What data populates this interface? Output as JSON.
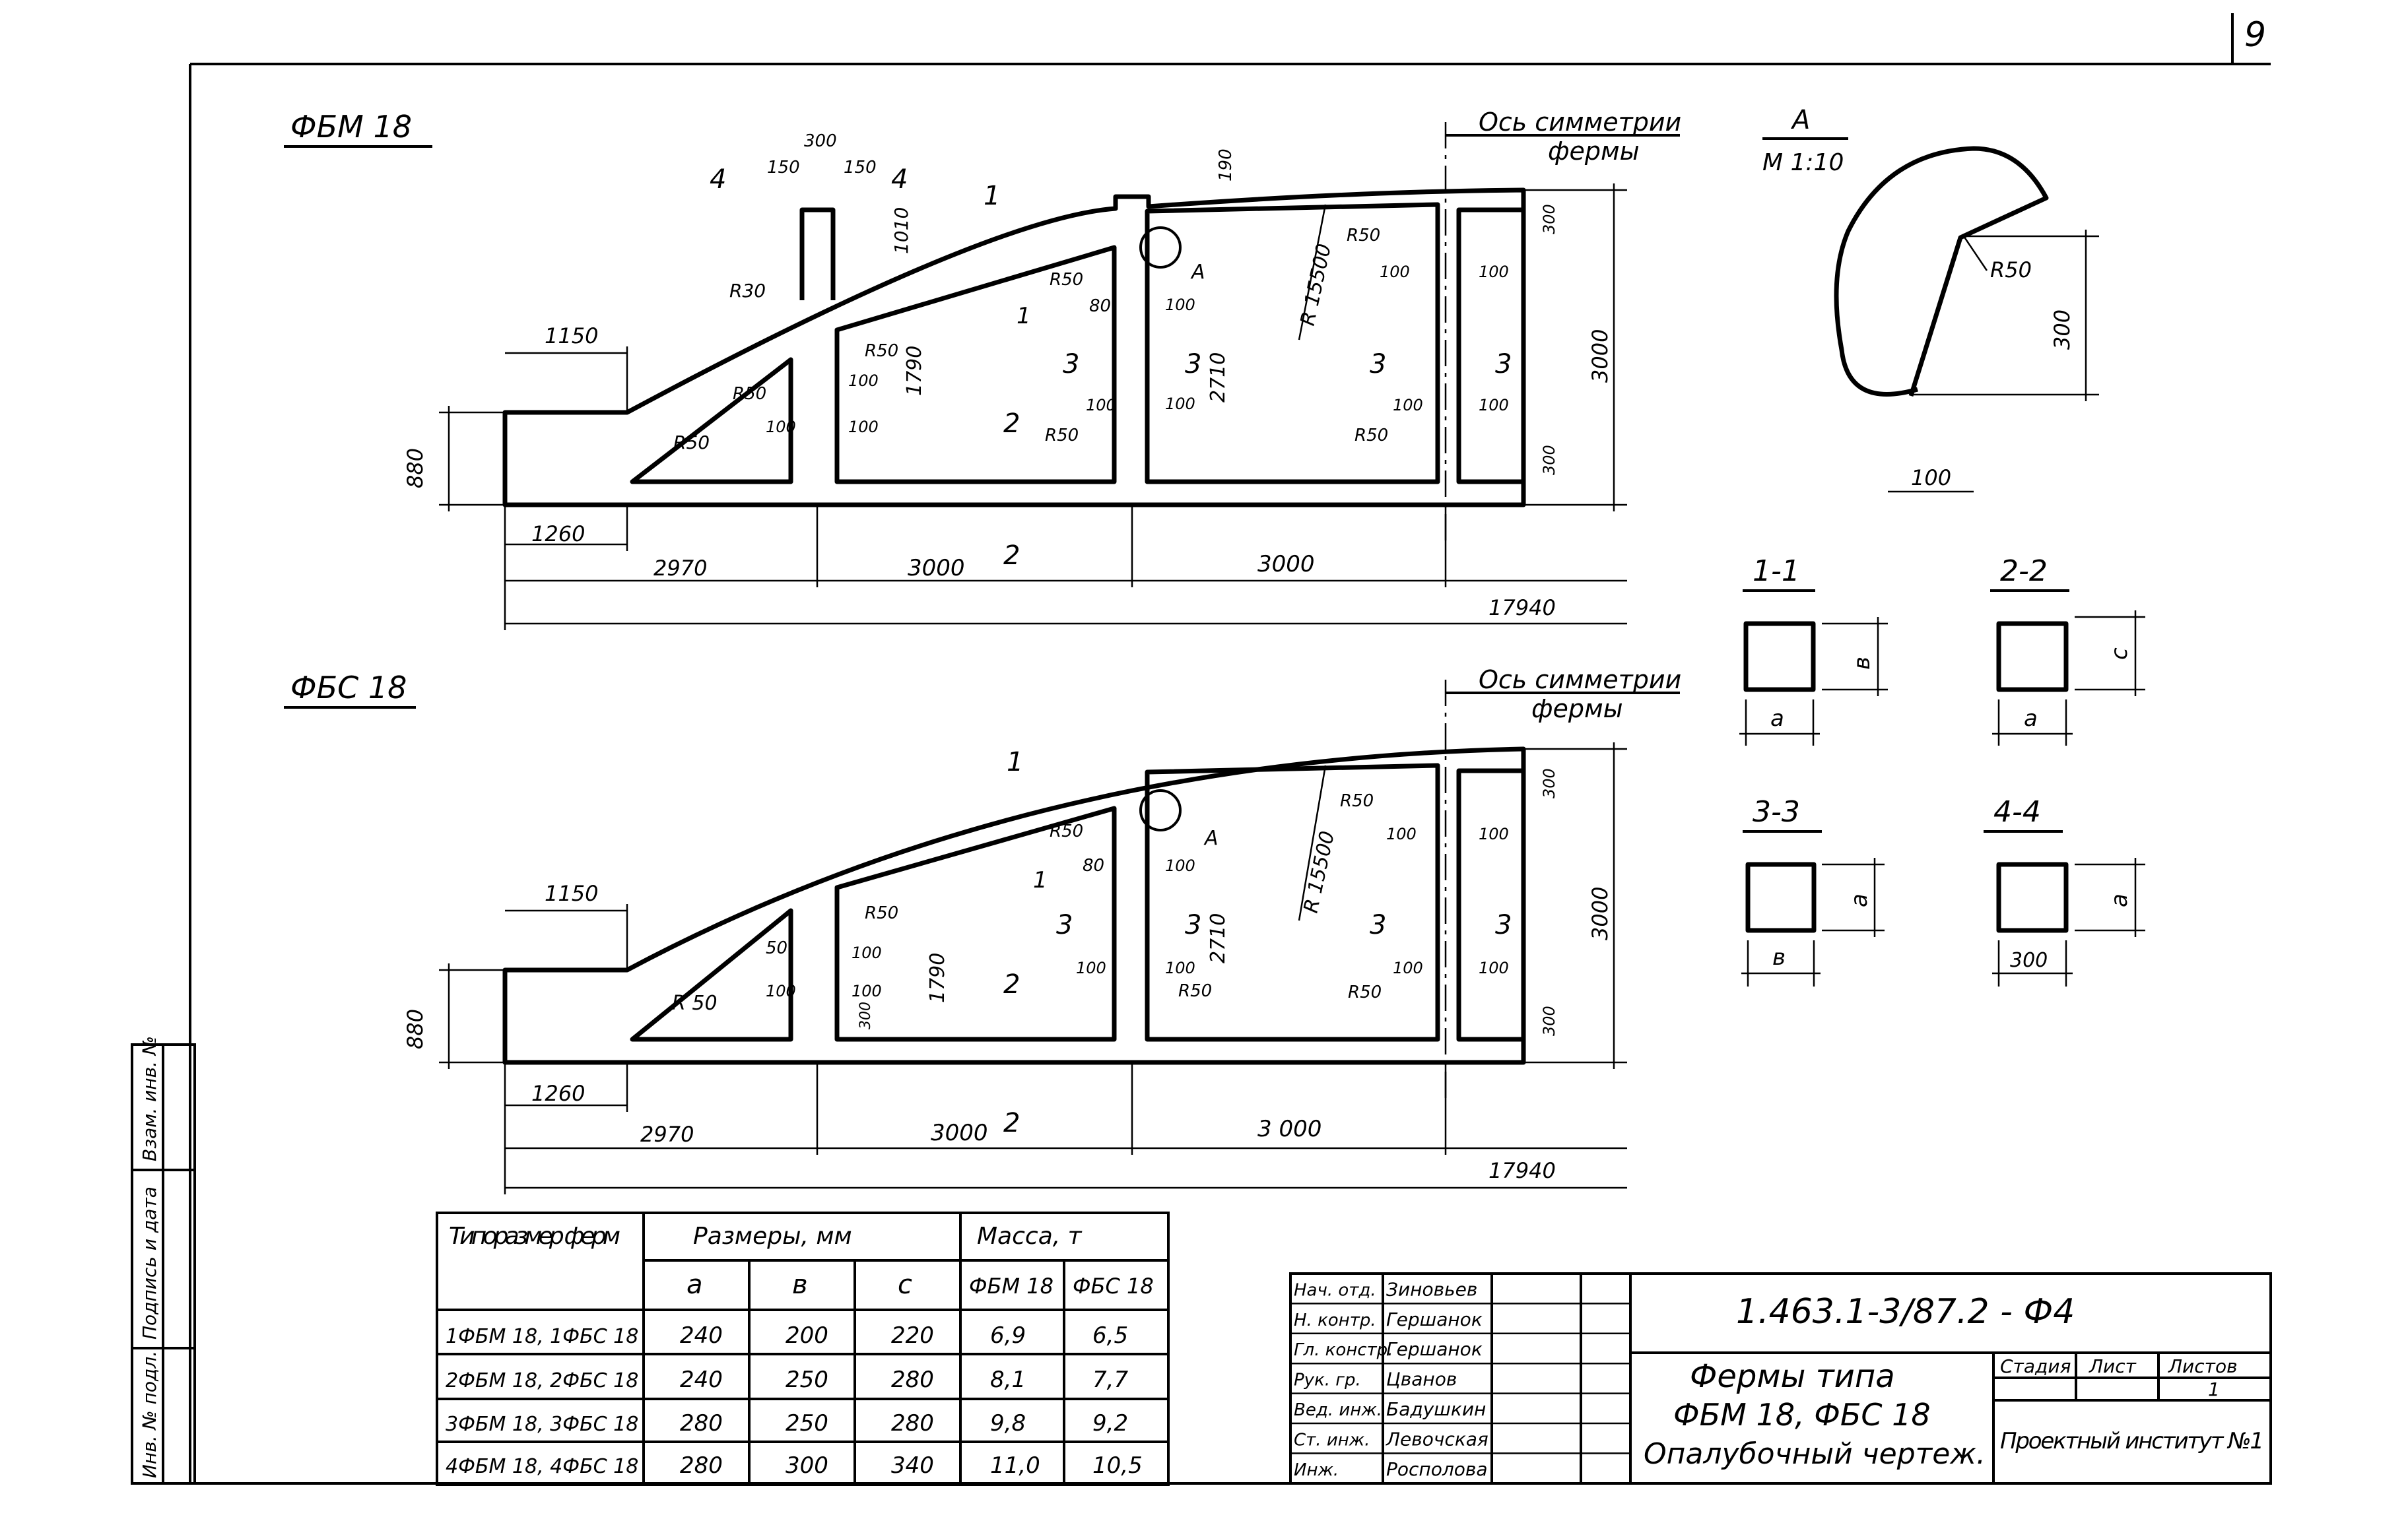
{
  "page_number": "9",
  "drawing_fbm": {
    "title": "ФБМ 18",
    "axis_label_1": "Ось симметрии",
    "axis_label_2": "фермы",
    "dims": {
      "d1150": "1150",
      "d880": "880",
      "d1260": "1260",
      "d2970": "2970",
      "d3000a": "3000",
      "d3000b": "3000",
      "d17940": "17940",
      "d3000v": "3000",
      "d2710": "2710",
      "d1790": "1790",
      "d1010": "1010",
      "d190": "190",
      "d300": "300",
      "d150a": "150",
      "d150b": "150",
      "r30": "R30",
      "r15500": "R 15500",
      "d80": "80"
    },
    "section_marks": {
      "s1": "1",
      "s2": "2",
      "s3": "3",
      "s4": "4"
    },
    "callout_a": "А"
  },
  "drawing_fbs": {
    "title": "ФБС 18",
    "axis_label_1": "Ось симметрии",
    "axis_label_2": "фермы",
    "dims": {
      "d1150": "1150",
      "d880": "880",
      "d1260": "1260",
      "d2970": "2970",
      "d3000a": "3000",
      "d3000b": "3 000",
      "d17940": "17940",
      "d3000v": "3000",
      "d2710": "2710",
      "d1790": "1790",
      "r15500": "R 15500",
      "d80": "80",
      "d50": "50"
    },
    "section_marks": {
      "s1": "1",
      "s2": "2",
      "s3": "3"
    },
    "callout_a": "А"
  },
  "common_labels": {
    "r50": "R50",
    "r50s": "R 50",
    "d100": "100",
    "d300": "300"
  },
  "detail_a": {
    "title": "А",
    "scale": "М 1:10",
    "radius": "R50",
    "height": "300",
    "width": "100"
  },
  "sections": [
    {
      "label": "1-1",
      "horiz": "a",
      "vert": "в"
    },
    {
      "label": "2-2",
      "horiz": "a",
      "vert": "c"
    },
    {
      "label": "3-3",
      "horiz": "в",
      "vert": "a"
    },
    {
      "label": "4-4",
      "horiz": "300",
      "vert": "a"
    }
  ],
  "table": {
    "headers": {
      "type": "Типоразмер ферм",
      "dims": "Размеры, мм",
      "mass": "Масса, т",
      "a": "a",
      "b": "в",
      "c": "c",
      "fbm": "ФБМ 18",
      "fbs": "ФБС 18"
    },
    "rows": [
      {
        "type": "1ФБМ 18, 1ФБС 18",
        "a": "240",
        "b": "200",
        "c": "220",
        "fbm": "6,9",
        "fbs": "6,5"
      },
      {
        "type": "2ФБМ 18, 2ФБС 18",
        "a": "240",
        "b": "250",
        "c": "280",
        "fbm": "8,1",
        "fbs": "7,7"
      },
      {
        "type": "3ФБМ 18, 3ФБС 18",
        "a": "280",
        "b": "250",
        "c": "280",
        "fbm": "9,8",
        "fbs": "9,2"
      },
      {
        "type": "4ФБМ 18, 4ФБС 18",
        "a": "280",
        "b": "300",
        "c": "340",
        "fbm": "11,0",
        "fbs": "10,5"
      }
    ]
  },
  "title_block": {
    "code": "1.463.1-3/87.2 - Ф4",
    "signers": [
      {
        "role": "Нач. отд.",
        "name": "Зиновьев"
      },
      {
        "role": "Н. контр.",
        "name": "Гершанок"
      },
      {
        "role": "Гл. констр.",
        "name": "Гершанок"
      },
      {
        "role": "Рук. гр.",
        "name": "Цванов"
      },
      {
        "role": "Вед. инж.",
        "name": "Бадушкин"
      },
      {
        "role": "Ст. инж.",
        "name": "Левочская"
      },
      {
        "role": "Инж.",
        "name": "Росполова"
      }
    ],
    "desc_1": "Фермы типа",
    "desc_2": "ФБМ 18, ФБС 18",
    "desc_3": "Опалубочный чертеж.",
    "stage_label": "Стадия",
    "sheet_label": "Лист",
    "sheets_label": "Листов",
    "sheets_value": "1",
    "org": "Проектный институт №1"
  },
  "side_stamp": [
    "Инв. № подл.",
    "Подпись и дата",
    "Взам. инв. №"
  ]
}
